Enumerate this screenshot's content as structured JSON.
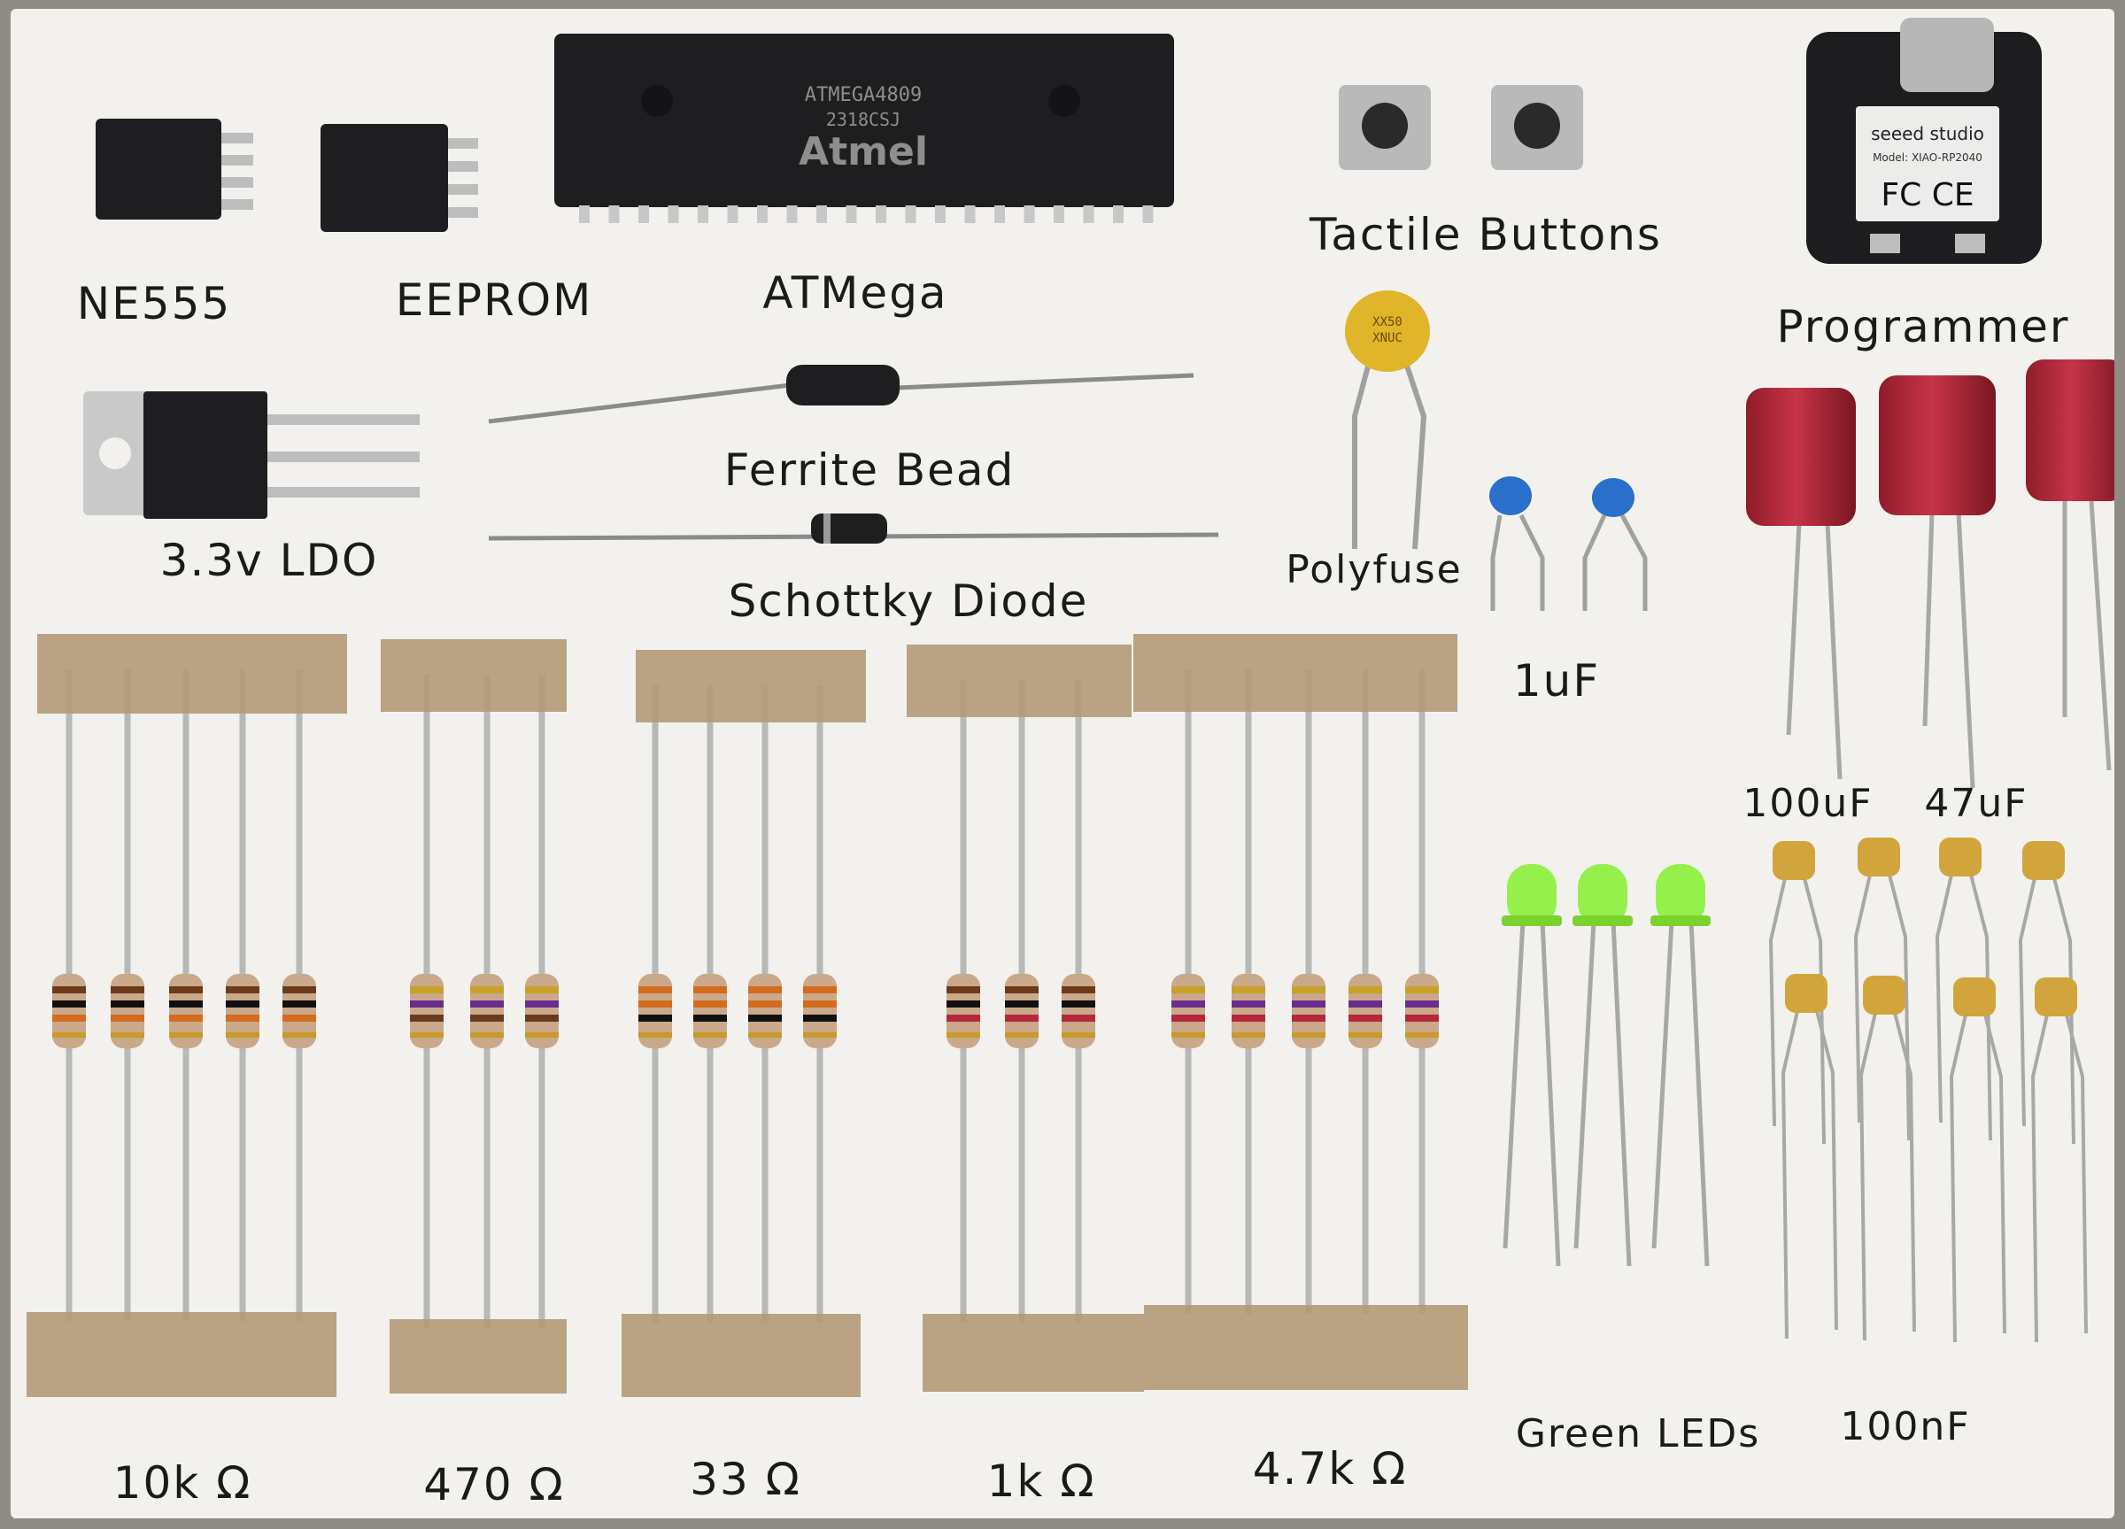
{
  "labels": {
    "ne555": "NE555",
    "eeprom": "EEPROM",
    "atmega": "ATMega",
    "tactile": "Tactile Buttons",
    "programmer": "Programmer",
    "ldo": "3.3v LDO",
    "ferrite": "Ferrite Bead",
    "schottky": "Schottky Diode",
    "polyfuse": "Polyfuse",
    "cap_1uf": "1uF",
    "cap_100uf": "100uF",
    "cap_47uf": "47uF",
    "r_10k": "10k Ω",
    "r_470": "470 Ω",
    "r_33": "33 Ω",
    "r_1k": "1k Ω",
    "r_4k7": "4.7k Ω",
    "leds": "Green LEDs",
    "cap_100nf": "100nF"
  },
  "chips": {
    "atmega_line1": "ATMEGA4809",
    "atmega_line2": "2318CSJ",
    "atmega_brand": "Atmel",
    "polyfuse_mark1": "XX50",
    "polyfuse_mark2": "XNUC",
    "xiao_brand": "seeed studio",
    "xiao_model": "Model: XIAO-RP2040",
    "xiao_cert": "FC CE"
  },
  "colors": {
    "board": "#f2f1ee",
    "tape": "#b39a76",
    "chip": "#1e1e20",
    "resistor_body": "#c9a98a",
    "polyfuse": "#e0b52a",
    "ceramic_blue": "#2a6fc9",
    "electrolytic": "#b5283a",
    "led": "#8cf03a",
    "cap_100nf": "#d1a53c"
  }
}
